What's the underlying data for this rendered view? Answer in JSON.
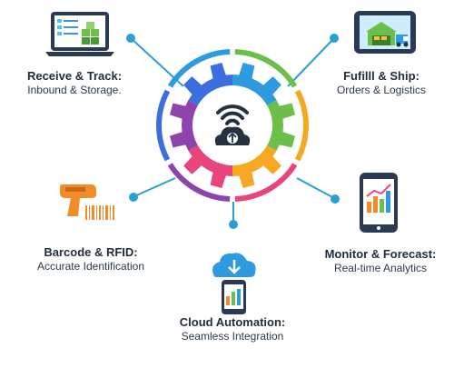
{
  "items": [
    {
      "title": "Receive & Track:",
      "subtitle": "Inbound & Storage."
    },
    {
      "title": "Fufilll & Ship:",
      "subtitle": "Orders & Logistics"
    },
    {
      "title": "Barcode & RFID:",
      "subtitle": "Accurate Identification"
    },
    {
      "title": "Monitor & Forecast:",
      "subtitle": "Real-time Analytics"
    },
    {
      "title": "Cloud Automation:",
      "subtitle": "Seamless Integration"
    }
  ],
  "colors": {
    "segments": [
      "#2e9be0",
      "#6cc04a",
      "#f7a823",
      "#e8457a",
      "#8e44ad",
      "#3b6fe0"
    ],
    "connector": "#2a9fd6",
    "dark": "#25323f"
  }
}
